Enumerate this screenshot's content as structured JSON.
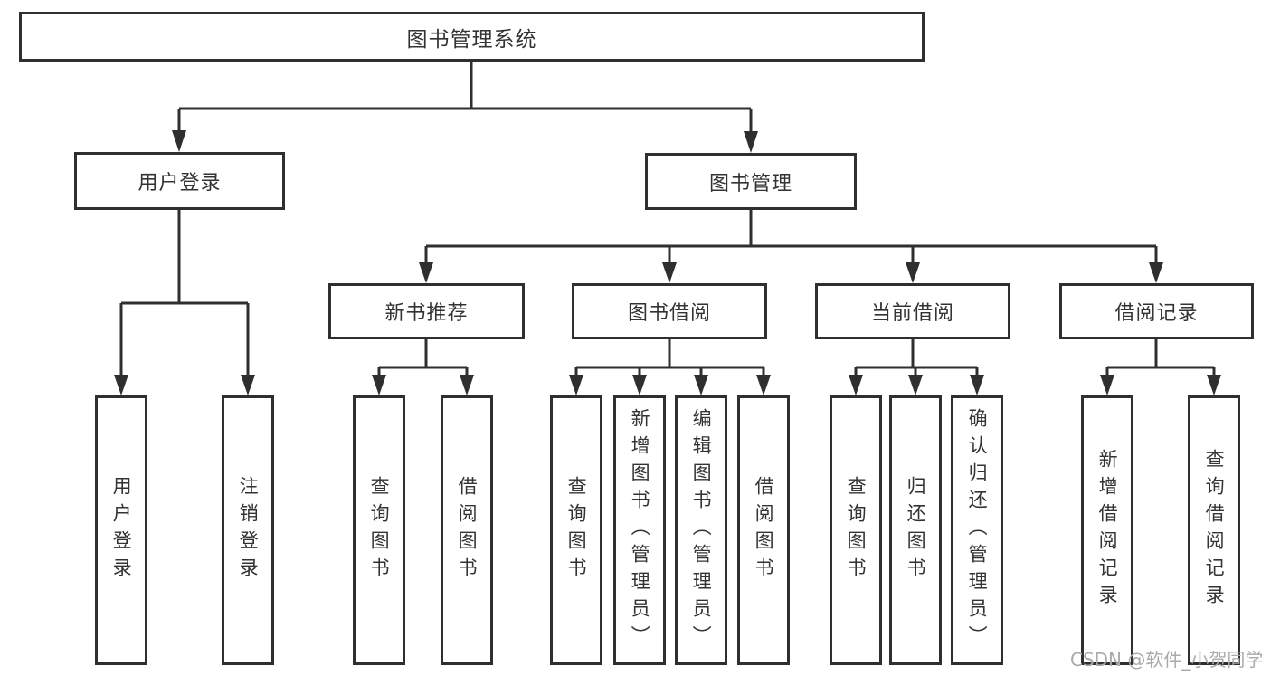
{
  "tree": {
    "root": {
      "label": "图书管理系统"
    },
    "branches": [
      {
        "label": "用户登录",
        "children": [
          {
            "label": "用户登录"
          },
          {
            "label": "注销登录"
          }
        ]
      },
      {
        "label": "图书管理",
        "children": [
          {
            "label": "新书推荐",
            "children": [
              {
                "label": "查询图书"
              },
              {
                "label": "借阅图书"
              }
            ]
          },
          {
            "label": "图书借阅",
            "children": [
              {
                "label": "查询图书"
              },
              {
                "label": "新增图书（管理员）"
              },
              {
                "label": "编辑图书（管理员）"
              },
              {
                "label": "借阅图书"
              }
            ]
          },
          {
            "label": "当前借阅",
            "children": [
              {
                "label": "查询图书"
              },
              {
                "label": "归还图书"
              },
              {
                "label": "确认归还（管理员）"
              }
            ]
          },
          {
            "label": "借阅记录",
            "children": [
              {
                "label": "新增借阅记录"
              },
              {
                "label": "查询借阅记录"
              }
            ]
          }
        ]
      }
    ]
  },
  "watermark": {
    "text": "CSDN @软件_小贺同学"
  },
  "colors": {
    "line": "#2f2f2f",
    "border": "#2f2f2f",
    "text": "#333333",
    "background": "#ffffff",
    "watermark": "#aaaaaa"
  }
}
